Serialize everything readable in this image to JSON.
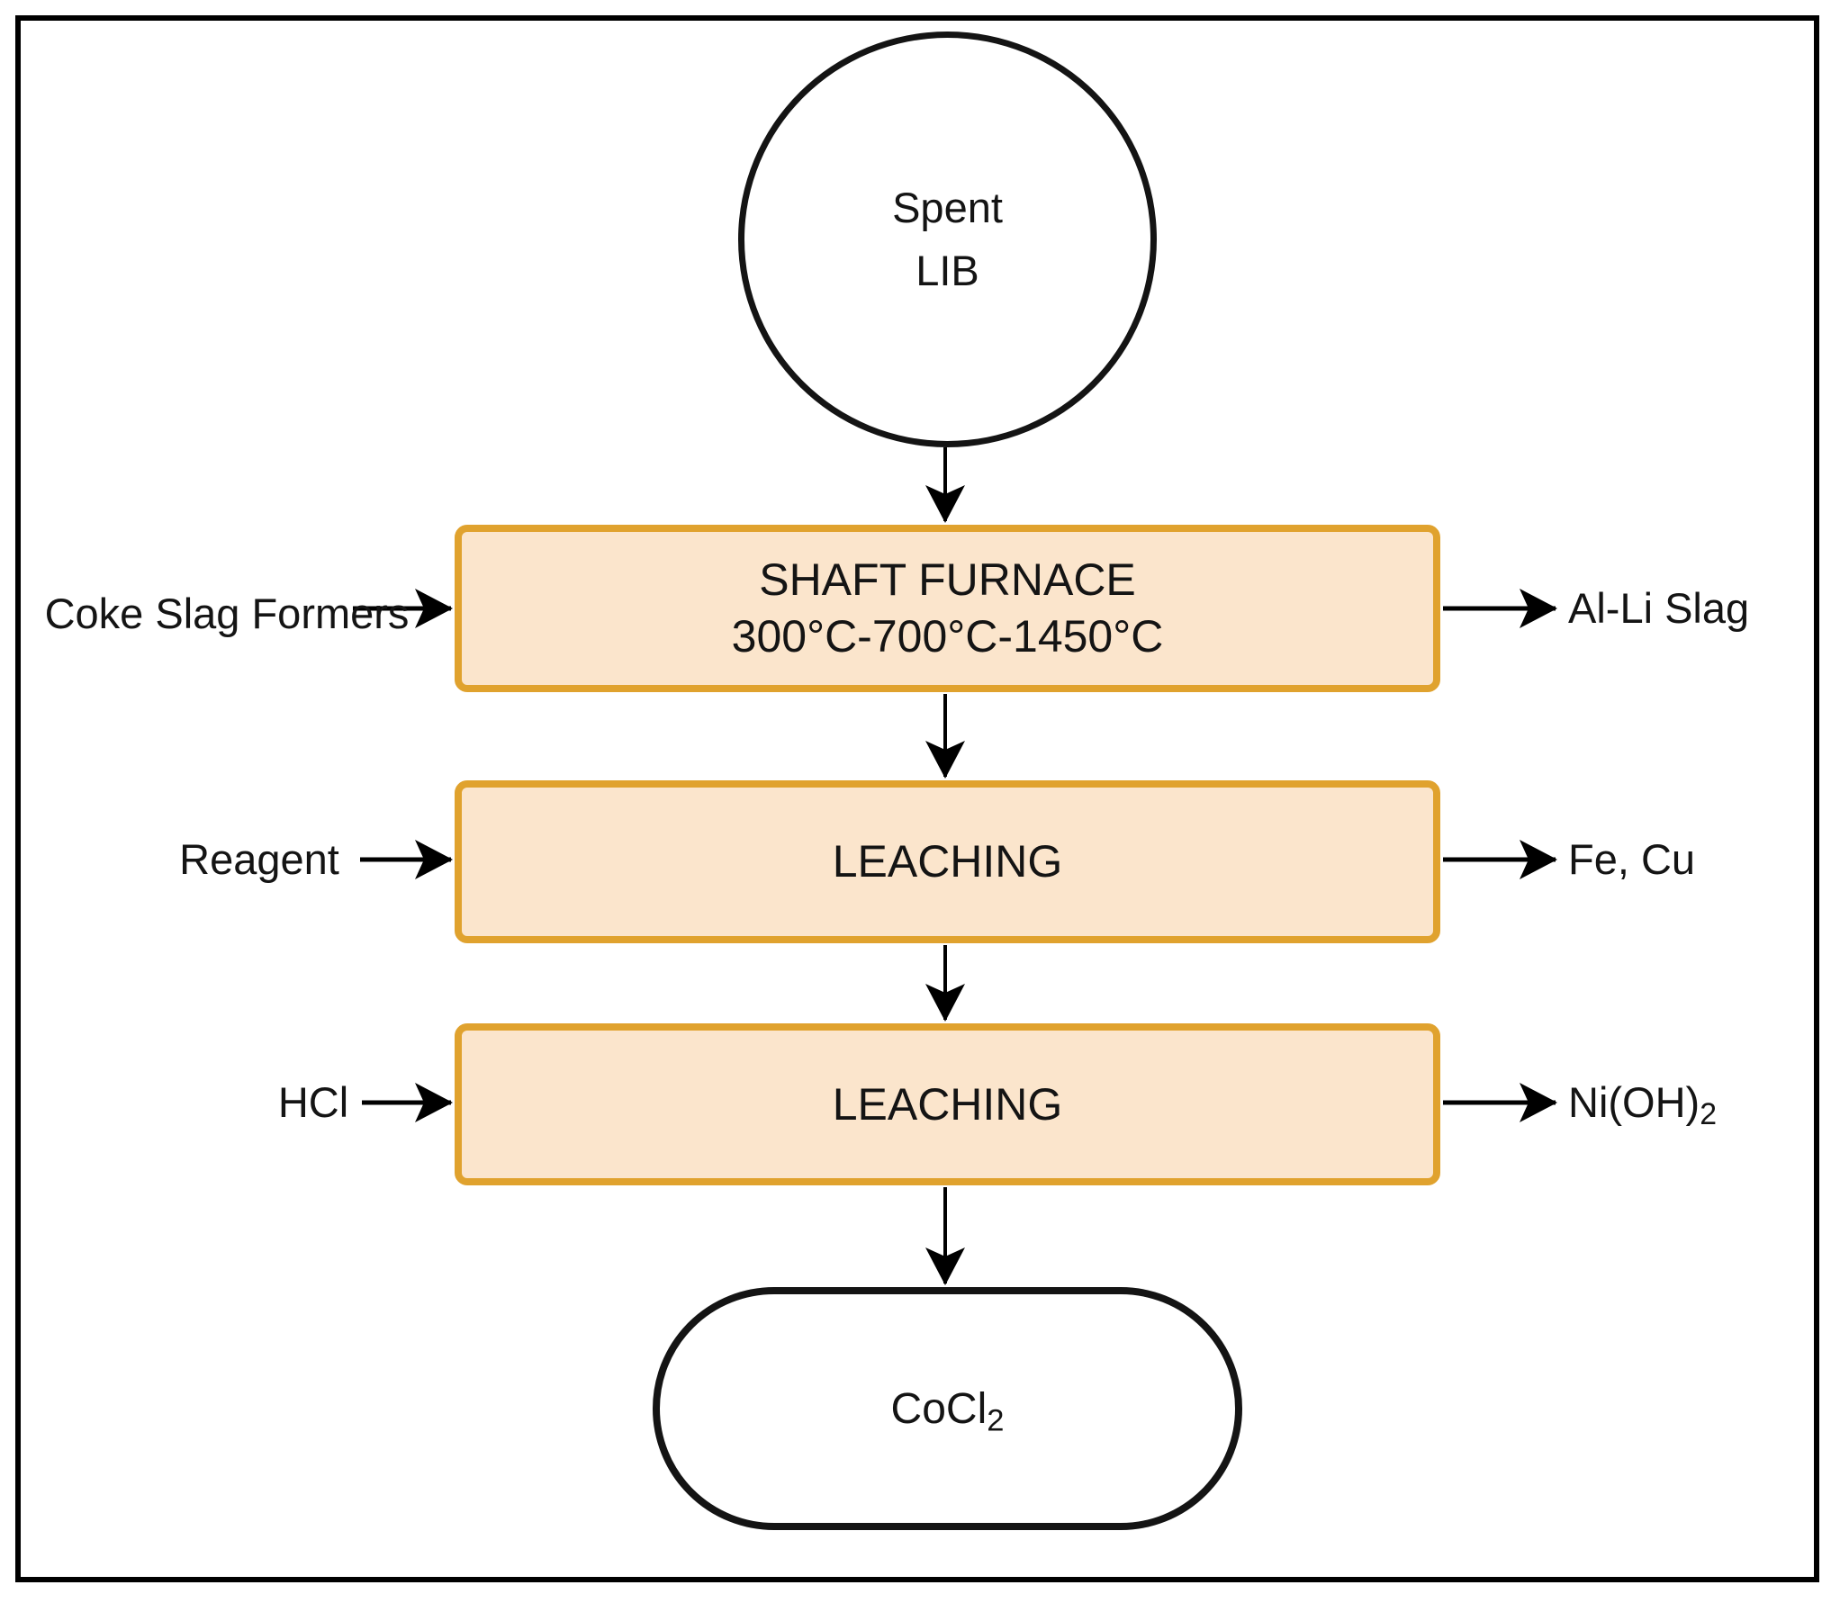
{
  "flowchart": {
    "start": {
      "label": "Spent\nLIB"
    },
    "process1": {
      "label": "SHAFT FURNACE\n300°C-700°C-1450°C"
    },
    "process2": {
      "label": "LEACHING"
    },
    "process3": {
      "label": "LEACHING"
    },
    "end": {
      "formula": "CoCl",
      "subscript": "2"
    },
    "inputs": [
      {
        "label": "Coke\nSlag Formers"
      },
      {
        "label": "Reagent"
      },
      {
        "label": "HCl"
      }
    ],
    "outputs": [
      {
        "label": "Al-Li Slag"
      },
      {
        "label": "Fe, Cu"
      },
      {
        "formula": "Ni(OH)",
        "subscript": "2"
      }
    ],
    "colors": {
      "process_fill": "#FBE5CC",
      "process_border": "#E0A22E",
      "terminal_border": "#141414",
      "connector": "#000000",
      "background": "#FFFFFF"
    }
  }
}
